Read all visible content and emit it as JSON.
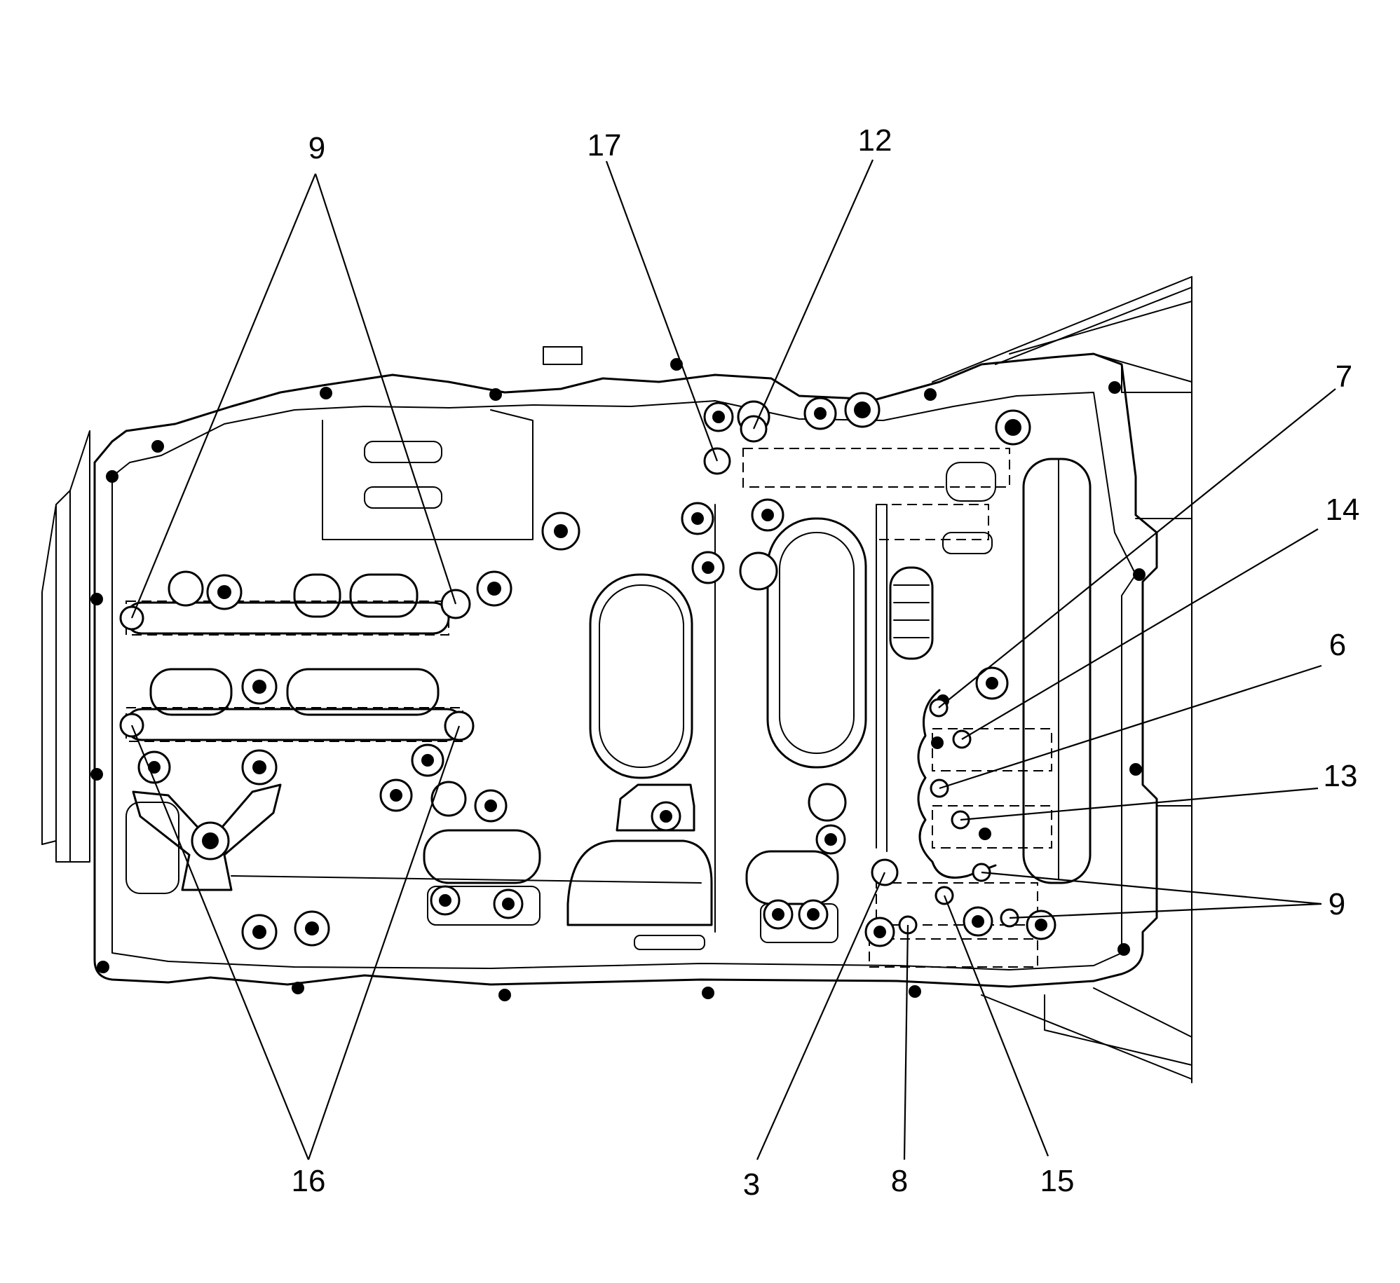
{
  "callouts": [
    {
      "id": "c9-top",
      "label": "9"
    },
    {
      "id": "c17",
      "label": "17"
    },
    {
      "id": "c12",
      "label": "12"
    },
    {
      "id": "c7",
      "label": "7"
    },
    {
      "id": "c14",
      "label": "14"
    },
    {
      "id": "c6",
      "label": "6"
    },
    {
      "id": "c13",
      "label": "13"
    },
    {
      "id": "c9-right",
      "label": "9"
    },
    {
      "id": "c16",
      "label": "16"
    },
    {
      "id": "c3",
      "label": "3"
    },
    {
      "id": "c8",
      "label": "8"
    },
    {
      "id": "c15",
      "label": "15"
    }
  ]
}
